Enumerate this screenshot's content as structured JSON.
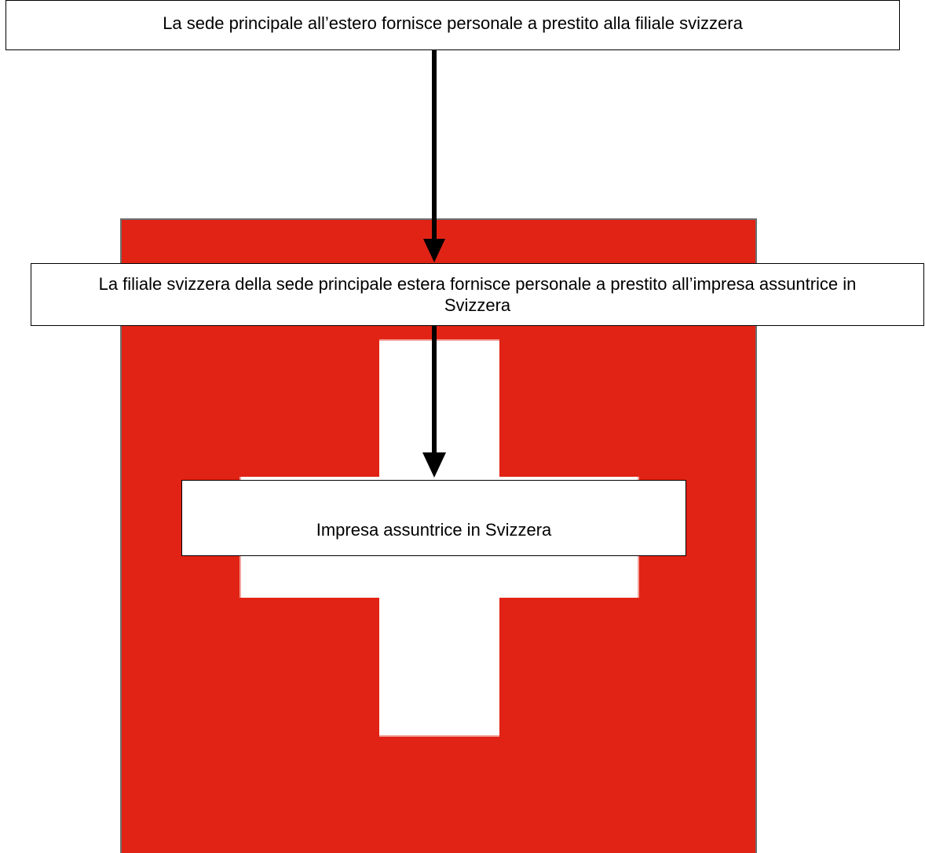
{
  "diagram": {
    "colors": {
      "flag_red": "#e12315",
      "cross_white": "#ffffff",
      "box_border": "#000000",
      "arrow": "#000000"
    },
    "icons": [
      "swiss-flag-icon"
    ],
    "nodes": [
      {
        "id": "head-office",
        "label": "La sede principale all’estero fornisce personale a prestito alla filiale svizzera"
      },
      {
        "id": "swiss-branch",
        "label": "La filiale svizzera della sede principale estera fornisce personale a prestito all’impresa assuntrice in Svizzera"
      },
      {
        "id": "hiring-company",
        "label": "Impresa assuntrice in Svizzera"
      }
    ],
    "edges": [
      {
        "from": "head-office",
        "to": "swiss-branch"
      },
      {
        "from": "swiss-branch",
        "to": "hiring-company"
      }
    ]
  }
}
